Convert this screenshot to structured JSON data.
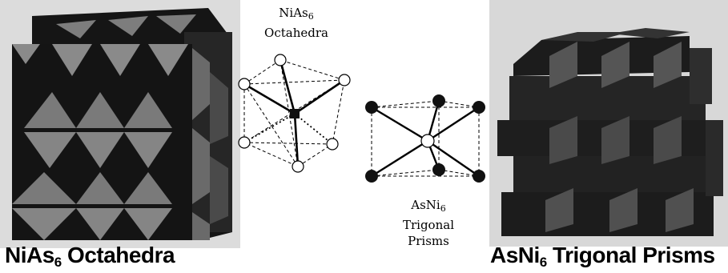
{
  "left_panel": {
    "caption_main": "NiAs",
    "caption_sub": "6",
    "caption_rest": " Octahedra"
  },
  "octa_label": {
    "line1_main": "NiAs",
    "line1_sub": "6",
    "line2": "Octahedra"
  },
  "prism_label": {
    "line1_main": "AsNi",
    "line1_sub": "6",
    "line2": "Trigonal",
    "line3": "Prisms"
  },
  "right_panel": {
    "caption_main": "AsNi",
    "caption_sub": "6",
    "caption_rest": " Trigonal Prisms"
  },
  "colors": {
    "polyhedron_dark": "#141414",
    "polyhedron_face": "#8a8a8a",
    "panel_bg": "#dcdcdc",
    "prism_bg": "#d8d8d8"
  }
}
